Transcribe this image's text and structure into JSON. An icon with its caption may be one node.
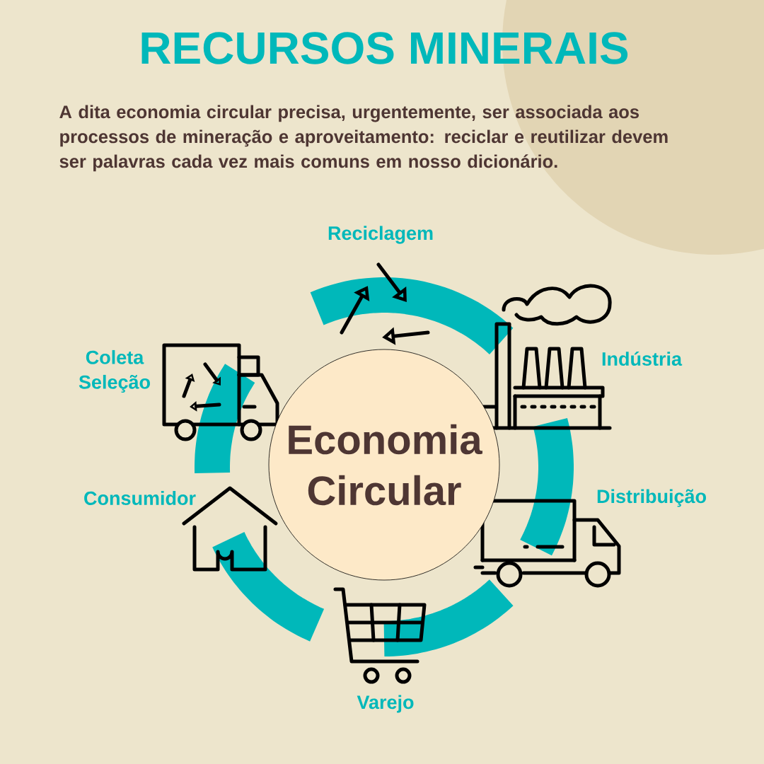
{
  "diagram": {
    "title": "RECURSOS MINERAIS",
    "nodes": [
      {
        "text": [
          "Economia Circular"
        ]
      }
    ],
    "labels": [
      "A dita economia circular precisa, urgentemente, ser associada aos processos de mineração e aproveitamento: reciclar e reutilizar devem ser palavras cada vez mais comuns em nosso dicionário.",
      "Reciclagem",
      "Coleta Seleção",
      "Indústria",
      "Consumidor",
      "Distribuição",
      "Varejo"
    ]
  }
}
